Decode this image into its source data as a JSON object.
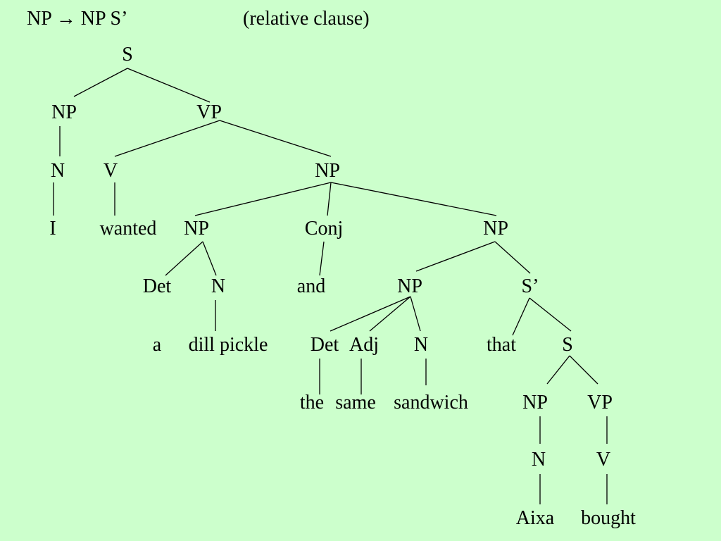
{
  "rule": {
    "lhs": "NP",
    "arrow": "→",
    "rhs": "NP S’",
    "note": "(relative clause)"
  },
  "tree": {
    "nodes": [
      {
        "id": "s_root",
        "label": "S"
      },
      {
        "id": "np_subj",
        "label": "NP"
      },
      {
        "id": "vp_main",
        "label": "VP"
      },
      {
        "id": "n_subj",
        "label": "N"
      },
      {
        "id": "v_main",
        "label": "V"
      },
      {
        "id": "np_obj",
        "label": "NP"
      },
      {
        "id": "w_i",
        "label": "I"
      },
      {
        "id": "w_wanted",
        "label": "wanted"
      },
      {
        "id": "np_left",
        "label": "NP"
      },
      {
        "id": "conj",
        "label": "Conj"
      },
      {
        "id": "np_right",
        "label": "NP"
      },
      {
        "id": "det_1",
        "label": "Det"
      },
      {
        "id": "n_1",
        "label": "N"
      },
      {
        "id": "w_and",
        "label": "and"
      },
      {
        "id": "np_inner",
        "label": "NP"
      },
      {
        "id": "sbar",
        "label": "S’"
      },
      {
        "id": "w_a",
        "label": "a"
      },
      {
        "id": "w_dill",
        "label": "dill pickle"
      },
      {
        "id": "det_2",
        "label": "Det"
      },
      {
        "id": "adj",
        "label": "Adj"
      },
      {
        "id": "n_2",
        "label": "N"
      },
      {
        "id": "w_that",
        "label": "that"
      },
      {
        "id": "s_rel",
        "label": "S"
      },
      {
        "id": "w_the",
        "label": "the"
      },
      {
        "id": "w_same",
        "label": "same"
      },
      {
        "id": "w_sandwich",
        "label": "sandwich"
      },
      {
        "id": "np_rel",
        "label": "NP"
      },
      {
        "id": "vp_rel",
        "label": "VP"
      },
      {
        "id": "n_rel",
        "label": "N"
      },
      {
        "id": "v_rel",
        "label": "V"
      },
      {
        "id": "w_aixa",
        "label": "Aixa"
      },
      {
        "id": "w_bought",
        "label": "bought"
      }
    ]
  }
}
